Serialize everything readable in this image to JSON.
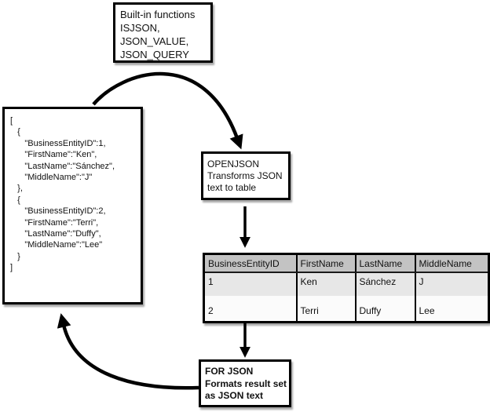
{
  "boxes": {
    "builtin": {
      "text": "Built-in functions\nISJSON,\nJSON_VALUE,\nJSON_QUERY"
    },
    "json_text": {
      "text": "[\n   {\n      \"BusinessEntityID\":1,\n      \"FirstName\":\"Ken\",\n      \"LastName\":\"Sánchez\",\n      \"MiddleName\":\"J\"\n   },\n   {\n      \"BusinessEntityID\":2,\n      \"FirstName\":\"Terri\",\n      \"LastName\":\"Duffy\",\n      \"MiddleName\":\"Lee\"\n   }\n]"
    },
    "openjson": {
      "text": "OPENJSON\nTransforms JSON\ntext to table"
    },
    "forjson": {
      "text": "FOR JSON\nFormats result set\nas JSON text"
    }
  },
  "table": {
    "columns": [
      "BusinessEntityID",
      "FirstName",
      "LastName",
      "MiddleName"
    ],
    "rows": [
      [
        "1",
        "Ken",
        "Sánchez",
        "J"
      ],
      [
        "2",
        "Terri",
        "Duffy",
        "Lee"
      ]
    ]
  },
  "colors": {
    "line": "#000000",
    "box_border": "#000000",
    "table_header_bg": "#c3c3c3",
    "table_row1_bg": "#e7e7e7",
    "table_row2_bg": "#fbfbfb",
    "background": "#ffffff"
  }
}
